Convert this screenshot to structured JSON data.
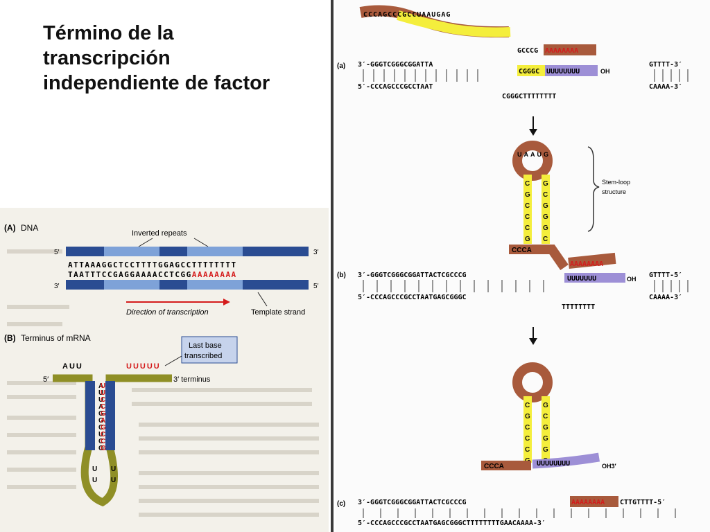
{
  "slide": {
    "title": "Término de la transcripción independiente de factor"
  },
  "left_figure": {
    "panel_a_label": "(A)",
    "panel_a_title": "DNA",
    "inverted_repeats_label": "Inverted repeats",
    "top_strand": "ATTAAAGGCTCCTTTTGGAGCCTTTTTTTT",
    "bottom_strand_black": "TAATTTCCGAGGAAAACCTCGG",
    "bottom_strand_red": "AAAAAAAA",
    "end_5_top": "5′",
    "end_3_top": "3′",
    "end_3_bottom": "3′",
    "end_5_bottom": "5′",
    "direction_label": "Direction of transcription",
    "template_label": "Template strand",
    "panel_b_label": "(B)",
    "panel_b_title": "Terminus of mRNA",
    "callout_line1": "Last base",
    "callout_line2": "transcribed",
    "left_bases": "AUU",
    "right_bases": "UUUUU",
    "mrna_5": "5′",
    "mrna_3": "3′ terminus",
    "stem_left": [
      "A",
      "U",
      "U",
      "A",
      "G",
      "G",
      "C",
      "U",
      "C",
      "G"
    ],
    "stem_right": [
      "U",
      "U",
      "C",
      "C",
      "G",
      "A",
      "G",
      "C",
      "C",
      "G"
    ],
    "loop_left": [
      "U",
      "U"
    ],
    "loop_right": [
      "U",
      "U"
    ]
  },
  "right_figure": {
    "label_a": "(a)",
    "label_b": "(b)",
    "label_c": "(c)",
    "rna_strand_a": "CCCAGCCCGCCUAAUGAG",
    "a_top_left": "3′-GGGTCGGGCGGATTA",
    "a_top_mid": "GCCCG",
    "a_top_red": "AAAAAAAA",
    "a_top_right": "GTTTT-3′",
    "a_hybrid_yellow": "CGGGC",
    "a_hybrid_purple": "UUUUUUUU",
    "a_oh": "OH",
    "a_bottom_left": "5′-CCCAGCCCGCCTAAT",
    "a_bottom_mid": "CGGGCTTTTTTTT",
    "a_bottom_right": "CAAAA-3′",
    "stem_loop_label1": "Stem-loop",
    "stem_loop_label2": "structure",
    "b_stem_left": [
      "C",
      "G",
      "C",
      "C",
      "C",
      "G"
    ],
    "b_stem_right": [
      "G",
      "C",
      "G",
      "G",
      "G",
      "C"
    ],
    "b_loop": "UAAUG",
    "b_tail": "CCCA",
    "b_top_left": "3′-GGGTCGGGCGGATTACTCGCCCG",
    "b_top_red": "AAAAAAAA",
    "b_top_right": "GTTTT-5′",
    "b_purple": "UUUUUUU",
    "b_oh": "OH",
    "b_bottom_left": "5′-CCCAGCCCGCCTAATGAGCGGGC",
    "b_bottom_mid": "TTTTTTTT",
    "b_bottom_right": "CAAAA-3′",
    "c_tail": "CCCA",
    "c_purple": "UUUUUUUU",
    "c_oh": "OH3′",
    "c_top_left": "3′-GGGTCGGGCGGATTACTCGCCCG",
    "c_top_red": "AAAAAAAA",
    "c_top_right": "CTTGTTTT-5′",
    "c_bottom": "5′-CCCAGCCCGCCTAATGAGCGGGCTTTTTTTTGAACAAAA-3′"
  },
  "colors": {
    "brown": "#a85a3c",
    "yellow": "#f4ee3c",
    "purple": "#9d8fd6",
    "red": "#d41b1b",
    "olive": "#9a9a2e",
    "dna_blue": "#2a4c92",
    "dna_light": "#7ea2d8"
  }
}
